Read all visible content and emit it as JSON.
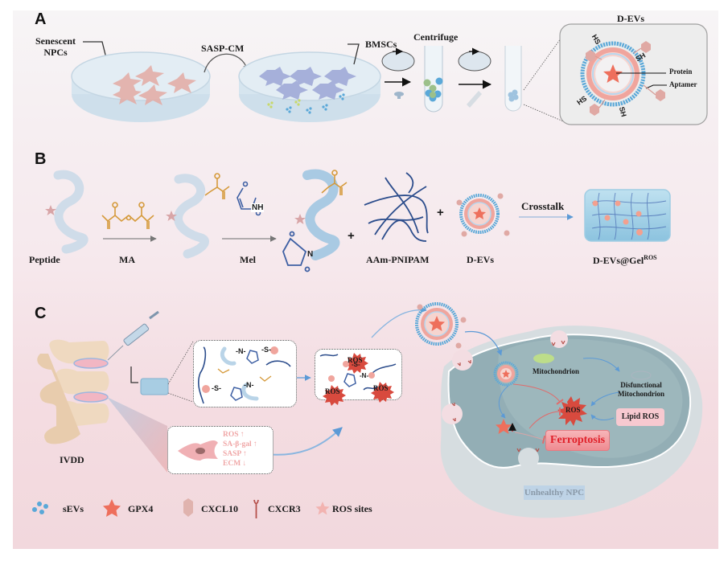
{
  "panels": {
    "a": {
      "letter": "A",
      "labels": {
        "senescent_npcs_line1": "Senescent",
        "senescent_npcs_line2": "NPCs",
        "sasp_cm": "SASP-CM",
        "bmscs": "BMSCs",
        "centrifuge": "Centrifuge",
        "d_evs_title": "D-EVs",
        "protein": "Protein",
        "aptamer": "Aptamer",
        "thiol": "HS",
        "thiol_sh": "SH"
      }
    },
    "b": {
      "letter": "B",
      "labels": {
        "peptide": "Peptide",
        "ma": "MA",
        "mel": "Mel",
        "aam_pnipam": "AAm-PNIPAM",
        "d_evs": "D-EVs",
        "crosstalk": "Crosstalk",
        "gel_base": "D-EVs@Gel",
        "gel_sup": "ROS",
        "nh": "NH",
        "n": "N",
        "plus": "+"
      }
    },
    "c": {
      "letter": "C",
      "labels": {
        "ivdd": "IVDD",
        "senescence_markers": [
          "ROS ↑",
          "SA-β-gal ↑",
          "SASP ↑",
          "ECM ↓"
        ],
        "bond_s": "-S-",
        "bond_n": "-N-",
        "ros": "ROS",
        "mitochondrion": "Mitochondrion",
        "dysfunctional_line1": "Disfunctional",
        "dysfunctional_line2": "Mitochondrion",
        "lipid_ros": "Lipid ROS",
        "ferroptosis": "Ferroptosis",
        "unhealthy_npc": "Unhealthy NPC"
      }
    }
  },
  "legend": [
    {
      "icon": "sevs-dots-icon",
      "label": "sEVs"
    },
    {
      "icon": "gpx4-star-icon",
      "label": "GPX4"
    },
    {
      "icon": "cxcl10-hexagon-icon",
      "label": "CXCL10"
    },
    {
      "icon": "cxcr3-receptor-icon",
      "label": "CXCR3"
    },
    {
      "icon": "ros-site-star-icon",
      "label": "ROS sites"
    }
  ],
  "colors": {
    "senescent_cell": "#e8b3ae",
    "bmsc_cell": "#a9b4da",
    "sevs_blue": "#5aa8d8",
    "gpx4_star": "#ee6f5c",
    "cxcl10": "#e0a9a4",
    "cxcr3": "#b5504a",
    "ros_star": "#d84a3e",
    "peptide_chain": "#b9d4e8",
    "methacrylate": "#d59a3b",
    "maleimide": "#3d5fa3",
    "pnipam": "#2c4d8c",
    "ferroptosis_text": "#e0202a",
    "cell_body": "#93aeb5"
  }
}
